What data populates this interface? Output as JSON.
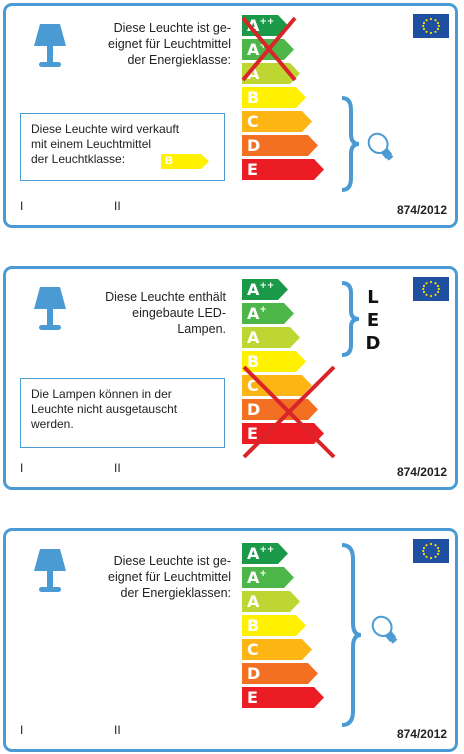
{
  "colors": {
    "app": "#4a9bd4",
    "classes": [
      "#1a9a48",
      "#4cb748",
      "#bed631",
      "#fff100",
      "#fcb515",
      "#f36f21",
      "#ec1c24"
    ]
  },
  "class_letters": [
    "A",
    "A",
    "A",
    "B",
    "C",
    "D",
    "E"
  ],
  "class_sups": [
    "++",
    "+",
    "",
    "",
    "",
    "",
    ""
  ],
  "card1": {
    "desc_lines": [
      "Diese Leuchte ist ge-",
      "eignet für Leuchtmittel",
      "der Energieklasse:"
    ],
    "box_lines": [
      "Diese Leuchte wird verkauft",
      "mit einem Leuchtmittel",
      "der Leuchtklasse:"
    ],
    "box_badge": "B",
    "roman1": "I",
    "roman2": "II",
    "reg": "874/2012"
  },
  "card2": {
    "desc_lines": [
      "Diese Leuchte enthält",
      "eingebaute LED-",
      "Lampen."
    ],
    "box_lines": [
      "Die Lampen können in der",
      "Leuchte nicht ausgetauscht",
      "werden."
    ],
    "led_letters": [
      "L",
      "E",
      "D"
    ],
    "roman1": "I",
    "roman2": "II",
    "reg": "874/2012"
  },
  "card3": {
    "desc_lines": [
      "Diese Leuchte ist ge-",
      "eignet für Leuchtmittel",
      "der Energieklassen:"
    ],
    "roman1": "I",
    "roman2": "II",
    "reg": "874/2012"
  }
}
